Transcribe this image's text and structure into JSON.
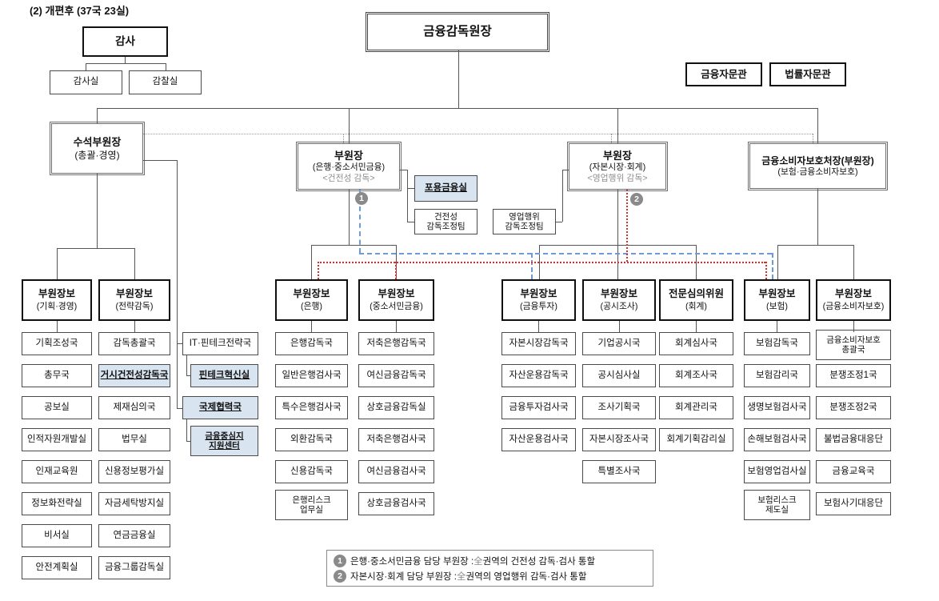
{
  "page_title": "(2) 개편후 (37국 23실)",
  "colors": {
    "highlight_bg": "#d9e4f1",
    "line_blue": "#6f9ad8",
    "line_red": "#e02b2b"
  },
  "top": {
    "governor": "금융감독원장",
    "auditor": "감사",
    "auditor_offices": [
      {
        "label": "감사실"
      },
      {
        "label": "감찰실"
      }
    ],
    "advisors": [
      {
        "label": "금융자문관"
      },
      {
        "label": "법률자문관"
      }
    ]
  },
  "executives": {
    "senior_deputy": {
      "title": "수석부원장",
      "sub": "(총괄·경영)"
    },
    "deputy_banking": {
      "title": "부원장",
      "sub1": "(은행·중소서민금융)",
      "sub2": "<건전성 감독>",
      "badge": "1"
    },
    "deputy_capital": {
      "title": "부원장",
      "sub1": "(자본시장·회계)",
      "sub2": "<영업행위 감독>",
      "badge": "2"
    },
    "consumer_head": {
      "title": "금융소비자보호처장(부원장)",
      "sub": "(보험·금융소비자보호)"
    },
    "staff_units": [
      {
        "label": "포용금융실",
        "highlight": true
      },
      {
        "label": "건전성\n감독조정팀",
        "highlight": false
      },
      {
        "label": "영업행위\n감독조정팀",
        "highlight": false
      }
    ]
  },
  "columns": [
    {
      "id": "A",
      "header": {
        "title": "부원장보",
        "sub": "(기획·경영)"
      },
      "items": [
        {
          "label": "기획조성국"
        },
        {
          "label": "총무국"
        },
        {
          "label": "공보실"
        },
        {
          "label": "인적자원개발실"
        },
        {
          "label": "인재교육원"
        },
        {
          "label": "정보화전략실"
        },
        {
          "label": "비서실"
        },
        {
          "label": "안전계획실"
        }
      ]
    },
    {
      "id": "B",
      "header": {
        "title": "부원장보",
        "sub": "(전략감독)"
      },
      "items": [
        {
          "label": "감독총괄국"
        },
        {
          "label": "거시건전성감독국",
          "highlight": true
        },
        {
          "label": "제재심의국"
        },
        {
          "label": "법무실"
        },
        {
          "label": "신용정보평가실"
        },
        {
          "label": "자금세탁방지실"
        },
        {
          "label": "연금금융실"
        },
        {
          "label": "금융그룹감독실"
        }
      ]
    },
    {
      "id": "C",
      "header": null,
      "items": [
        {
          "label": "IT·핀테크전략국"
        },
        {
          "label": "핀테크혁신실",
          "highlight": true,
          "indent": true
        },
        {
          "label": "국제협력국",
          "highlight": true
        },
        {
          "label": "금융중심지\n지원센터",
          "highlight": true,
          "indent": true,
          "two_line": true
        }
      ]
    },
    {
      "id": "D",
      "header": {
        "title": "부원장보",
        "sub": "(은행)"
      },
      "items": [
        {
          "label": "은행감독국"
        },
        {
          "label": "일반은행검사국"
        },
        {
          "label": "특수은행검사국"
        },
        {
          "label": "외환감독국"
        },
        {
          "label": "신용감독국"
        },
        {
          "label": "은행리스크\n업무실",
          "two_line": true
        }
      ]
    },
    {
      "id": "E",
      "header": {
        "title": "부원장보",
        "sub": "(중소서민금융)"
      },
      "items": [
        {
          "label": "저축은행감독국"
        },
        {
          "label": "여신금융감독국"
        },
        {
          "label": "상호금융감독실"
        },
        {
          "label": "저축은행검사국"
        },
        {
          "label": "여신금융검사국"
        },
        {
          "label": "상호금융검사국"
        }
      ]
    },
    {
      "id": "F",
      "header": {
        "title": "부원장보",
        "sub": "(금융투자)"
      },
      "items": [
        {
          "label": "자본시장감독국"
        },
        {
          "label": "자산운용감독국"
        },
        {
          "label": "금융투자검사국"
        },
        {
          "label": "자산운용검사국"
        }
      ]
    },
    {
      "id": "G",
      "header": {
        "title": "부원장보",
        "sub": "(공시조사)"
      },
      "items": [
        {
          "label": "기업공시국"
        },
        {
          "label": "공시심사실"
        },
        {
          "label": "조사기획국"
        },
        {
          "label": "자본시장조사국"
        },
        {
          "label": "특별조사국"
        }
      ]
    },
    {
      "id": "H",
      "header": {
        "title": "전문심의위원",
        "sub": "(회계)"
      },
      "items": [
        {
          "label": "회계심사국"
        },
        {
          "label": "회계조사국"
        },
        {
          "label": "회계관리국"
        },
        {
          "label": "회계기획감리실"
        }
      ]
    },
    {
      "id": "I",
      "header": {
        "title": "부원장보",
        "sub": "(보험)"
      },
      "items": [
        {
          "label": "보험감독국"
        },
        {
          "label": "보험감리국"
        },
        {
          "label": "생명보험검사국"
        },
        {
          "label": "손해보험검사국"
        },
        {
          "label": "보험영업검사실"
        },
        {
          "label": "보험리스크\n제도실",
          "two_line": true
        }
      ]
    },
    {
      "id": "J",
      "header": {
        "title": "부원장보",
        "sub": "(금융소비자보호)"
      },
      "items": [
        {
          "label": "금융소비자보호\n총괄국",
          "two_line": true
        },
        {
          "label": "분쟁조정1국"
        },
        {
          "label": "분쟁조정2국"
        },
        {
          "label": "불법금융대응단"
        },
        {
          "label": "금융교육국"
        },
        {
          "label": "보험사기대응단"
        }
      ]
    }
  ],
  "legend": {
    "lines": [
      {
        "badge": "1",
        "pre": "은행·중소서민금융 담당 부원장 : ",
        "hanja": "全",
        "post": " 권역의 건전성 감독·검사 통할"
      },
      {
        "badge": "2",
        "pre": "자본시장·회계 담당 부원장 : ",
        "hanja": "全",
        "post": " 권역의 영업행위 감독·검사 통할"
      }
    ]
  }
}
